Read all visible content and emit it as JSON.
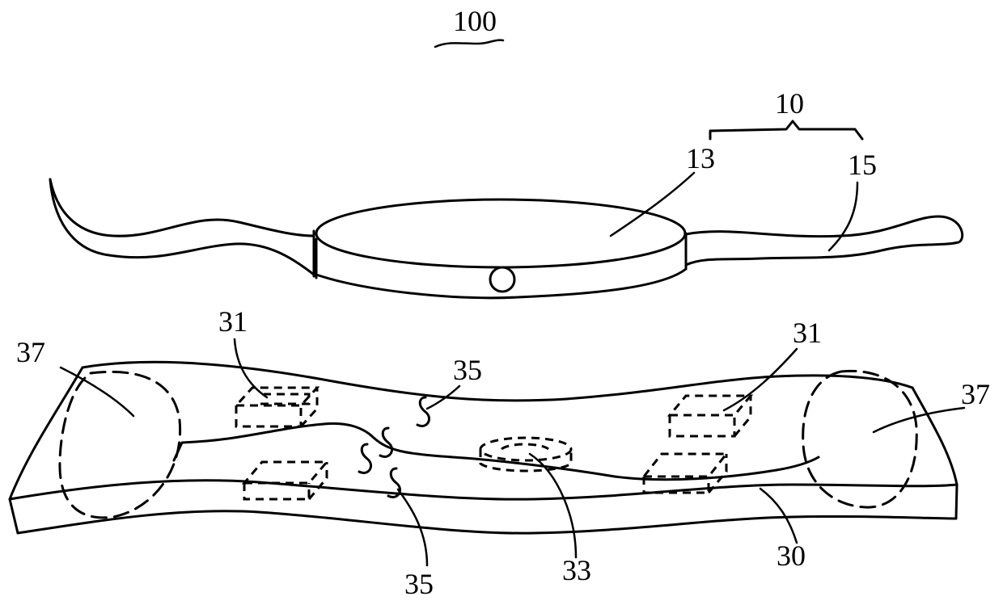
{
  "figure": {
    "ref_100": "100",
    "ref_10": "10",
    "ref_13": "13",
    "ref_15": "15",
    "ref_31_left": "31",
    "ref_31_right": "31",
    "ref_35_top": "35",
    "ref_35_bottom": "35",
    "ref_37_left": "37",
    "ref_37_right": "37",
    "ref_33": "33",
    "ref_30": "30"
  }
}
